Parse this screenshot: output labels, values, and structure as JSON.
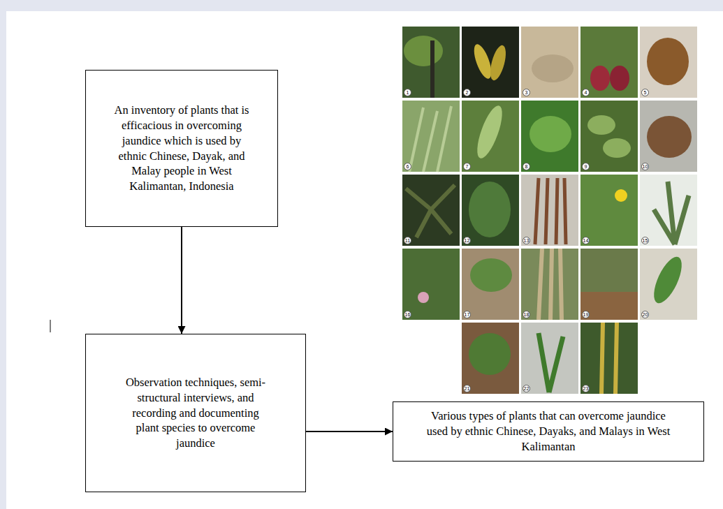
{
  "diagram": {
    "nodes": [
      {
        "text": [
          "An inventory of plants that is efficacious in overcoming jaundice which is used by ethnic Chinese, Dayak, and Malay people in West Kalimantan, Indonesia"
        ]
      },
      {
        "text": [
          "Observation techniques, semi-structural interviews, and recording and documenting plant species to overcome jaundice"
        ]
      },
      {
        "text": [
          "Various types of plants that can overcome jaundice used by ethnic Chinese, Dayaks, and Malays in West Kalimantan"
        ]
      }
    ],
    "edges": [
      {
        "from": 0,
        "to": 1,
        "arrow": "to"
      },
      {
        "from": 1,
        "to": 2,
        "arrow": "to"
      }
    ],
    "labels": [
      "1",
      "2",
      "3",
      "4",
      "5",
      "6",
      "7",
      "8",
      "9",
      "10",
      "11",
      "12",
      "13",
      "14",
      "15",
      "16",
      "17",
      "18",
      "19",
      "20",
      "21",
      "22",
      "23"
    ]
  }
}
